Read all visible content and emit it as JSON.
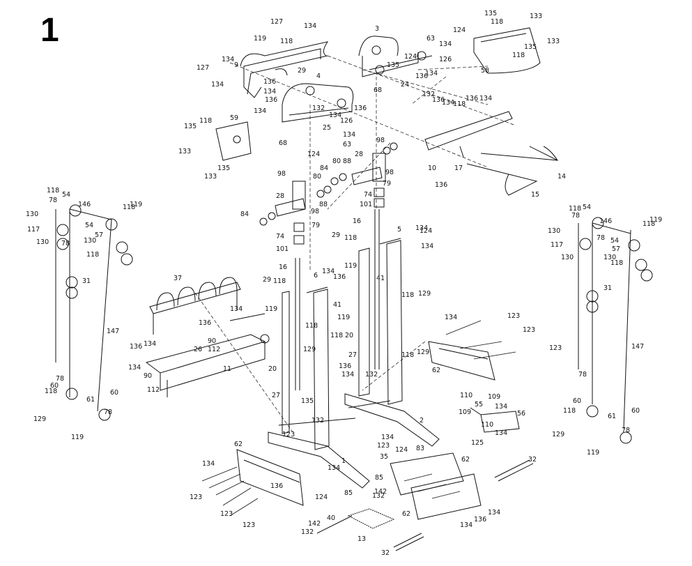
{
  "figure": {
    "step_number": "1"
  },
  "callouts": [
    {
      "label": "127"
    },
    {
      "label": "134"
    },
    {
      "label": "119"
    },
    {
      "label": "118"
    },
    {
      "label": "9"
    },
    {
      "label": "29"
    },
    {
      "label": "136"
    },
    {
      "label": "134"
    },
    {
      "label": "134"
    },
    {
      "label": "127"
    },
    {
      "label": "134"
    },
    {
      "label": "3"
    },
    {
      "label": "63"
    },
    {
      "label": "134"
    },
    {
      "label": "124"
    },
    {
      "label": "124"
    },
    {
      "label": "135"
    },
    {
      "label": "126"
    },
    {
      "label": "136"
    },
    {
      "label": "134"
    },
    {
      "label": "24"
    },
    {
      "label": "135"
    },
    {
      "label": "133"
    },
    {
      "label": "118"
    },
    {
      "label": "118"
    },
    {
      "label": "135"
    },
    {
      "label": "133"
    },
    {
      "label": "58"
    },
    {
      "label": "4"
    },
    {
      "label": "136"
    },
    {
      "label": "134"
    },
    {
      "label": "132"
    },
    {
      "label": "136"
    },
    {
      "label": "134"
    },
    {
      "label": "126"
    },
    {
      "label": "25"
    },
    {
      "label": "63"
    },
    {
      "label": "134"
    },
    {
      "label": "124"
    },
    {
      "label": "59"
    },
    {
      "label": "118"
    },
    {
      "label": "135"
    },
    {
      "label": "133"
    },
    {
      "label": "135"
    },
    {
      "label": "133"
    },
    {
      "label": "132"
    },
    {
      "label": "136"
    },
    {
      "label": "134"
    },
    {
      "label": "118"
    },
    {
      "label": "136"
    },
    {
      "label": "134"
    },
    {
      "label": "10"
    },
    {
      "label": "17"
    },
    {
      "label": "14"
    },
    {
      "label": "15"
    },
    {
      "label": "136"
    },
    {
      "label": "98"
    },
    {
      "label": "28"
    },
    {
      "label": "80"
    },
    {
      "label": "88"
    },
    {
      "label": "84"
    },
    {
      "label": "98"
    },
    {
      "label": "79"
    },
    {
      "label": "74"
    },
    {
      "label": "101"
    },
    {
      "label": "98"
    },
    {
      "label": "28"
    },
    {
      "label": "80"
    },
    {
      "label": "88"
    },
    {
      "label": "84"
    },
    {
      "label": "98"
    },
    {
      "label": "79"
    },
    {
      "label": "74"
    },
    {
      "label": "101"
    },
    {
      "label": "68"
    },
    {
      "label": "68"
    },
    {
      "label": "16"
    },
    {
      "label": "16"
    },
    {
      "label": "29"
    },
    {
      "label": "118"
    },
    {
      "label": "119"
    },
    {
      "label": "29"
    },
    {
      "label": "118"
    },
    {
      "label": "119"
    },
    {
      "label": "5"
    },
    {
      "label": "134"
    },
    {
      "label": "124"
    },
    {
      "label": "134"
    },
    {
      "label": "41"
    },
    {
      "label": "118"
    },
    {
      "label": "129"
    },
    {
      "label": "118"
    },
    {
      "label": "6"
    },
    {
      "label": "134"
    },
    {
      "label": "136"
    },
    {
      "label": "41"
    },
    {
      "label": "118"
    },
    {
      "label": "119"
    },
    {
      "label": "118"
    },
    {
      "label": "129"
    },
    {
      "label": "20"
    },
    {
      "label": "27"
    },
    {
      "label": "20"
    },
    {
      "label": "27"
    },
    {
      "label": "136"
    },
    {
      "label": "134"
    },
    {
      "label": "132"
    },
    {
      "label": "37"
    },
    {
      "label": "134"
    },
    {
      "label": "136"
    },
    {
      "label": "26"
    },
    {
      "label": "90"
    },
    {
      "label": "112"
    },
    {
      "label": "11"
    },
    {
      "label": "136"
    },
    {
      "label": "134"
    },
    {
      "label": "134"
    },
    {
      "label": "90"
    },
    {
      "label": "112"
    },
    {
      "label": "118"
    },
    {
      "label": "54"
    },
    {
      "label": "78"
    },
    {
      "label": "146"
    },
    {
      "label": "118"
    },
    {
      "label": "119"
    },
    {
      "label": "130"
    },
    {
      "label": "117"
    },
    {
      "label": "130"
    },
    {
      "label": "78"
    },
    {
      "label": "54"
    },
    {
      "label": "57"
    },
    {
      "label": "130"
    },
    {
      "label": "118"
    },
    {
      "label": "31"
    },
    {
      "label": "147"
    },
    {
      "label": "78"
    },
    {
      "label": "60"
    },
    {
      "label": "61"
    },
    {
      "label": "60"
    },
    {
      "label": "78"
    },
    {
      "label": "118"
    },
    {
      "label": "129"
    },
    {
      "label": "119"
    },
    {
      "label": "118"
    },
    {
      "label": "54"
    },
    {
      "label": "78"
    },
    {
      "label": "146"
    },
    {
      "label": "118"
    },
    {
      "label": "119"
    },
    {
      "label": "130"
    },
    {
      "label": "117"
    },
    {
      "label": "130"
    },
    {
      "label": "78"
    },
    {
      "label": "54"
    },
    {
      "label": "57"
    },
    {
      "label": "130"
    },
    {
      "label": "118"
    },
    {
      "label": "31"
    },
    {
      "label": "147"
    },
    {
      "label": "78"
    },
    {
      "label": "60"
    },
    {
      "label": "61"
    },
    {
      "label": "60"
    },
    {
      "label": "78"
    },
    {
      "label": "118"
    },
    {
      "label": "129"
    },
    {
      "label": "119"
    },
    {
      "label": "134"
    },
    {
      "label": "123"
    },
    {
      "label": "123"
    },
    {
      "label": "123"
    },
    {
      "label": "62"
    },
    {
      "label": "129"
    },
    {
      "label": "110"
    },
    {
      "label": "109"
    },
    {
      "label": "55"
    },
    {
      "label": "134"
    },
    {
      "label": "56"
    },
    {
      "label": "109"
    },
    {
      "label": "110"
    },
    {
      "label": "125"
    },
    {
      "label": "134"
    },
    {
      "label": "2"
    },
    {
      "label": "134"
    },
    {
      "label": "123"
    },
    {
      "label": "124"
    },
    {
      "label": "83"
    },
    {
      "label": "35"
    },
    {
      "label": "1"
    },
    {
      "label": "85"
    },
    {
      "label": "85"
    },
    {
      "label": "123"
    },
    {
      "label": "124"
    },
    {
      "label": "136"
    },
    {
      "label": "135"
    },
    {
      "label": "132"
    },
    {
      "label": "134"
    },
    {
      "label": "62"
    },
    {
      "label": "134"
    },
    {
      "label": "123"
    },
    {
      "label": "123"
    },
    {
      "label": "123"
    },
    {
      "label": "62"
    },
    {
      "label": "62"
    },
    {
      "label": "134"
    },
    {
      "label": "136"
    },
    {
      "label": "134"
    },
    {
      "label": "32"
    },
    {
      "label": "32"
    },
    {
      "label": "142"
    },
    {
      "label": "132"
    },
    {
      "label": "13"
    },
    {
      "label": "40"
    },
    {
      "label": "142"
    },
    {
      "label": "132"
    }
  ]
}
